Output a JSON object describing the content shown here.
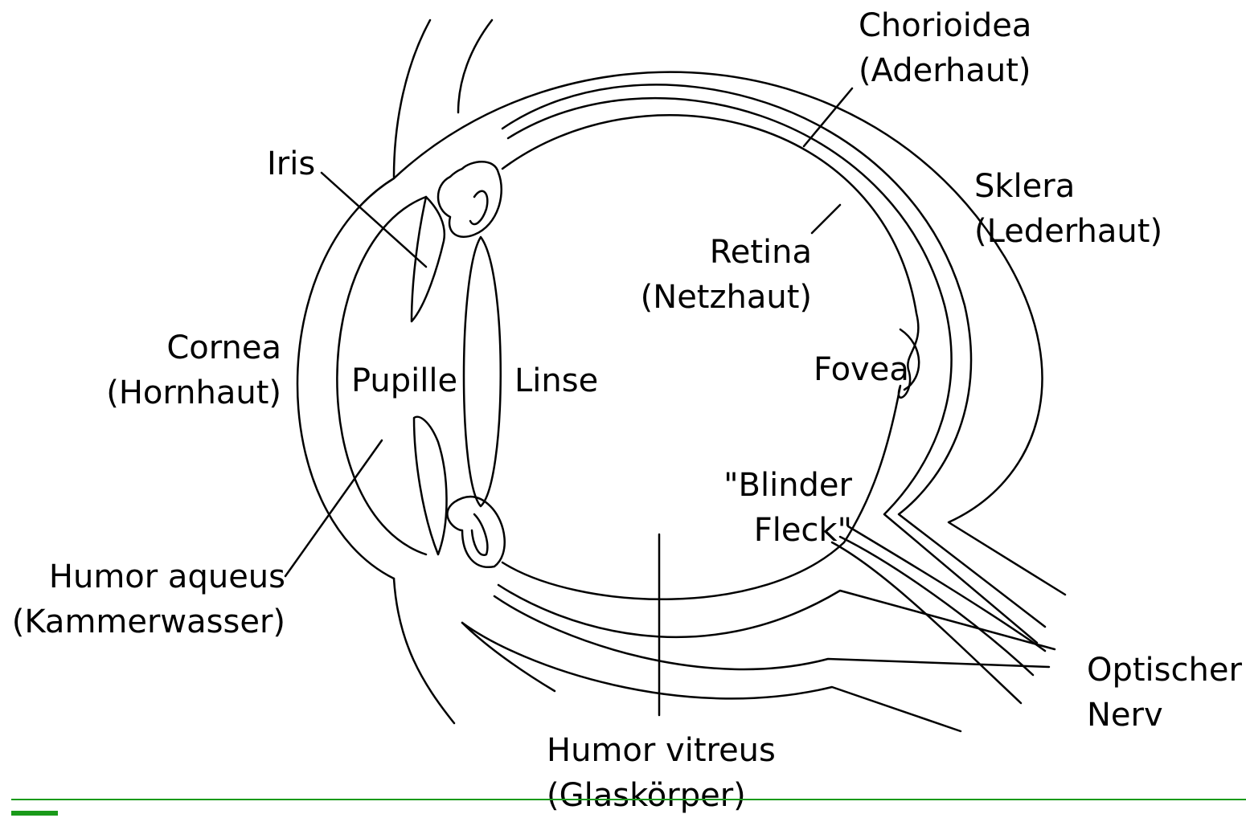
{
  "labels": {
    "chorioidea": [
      "Chorioidea",
      "(Aderhaut)"
    ],
    "iris": [
      "Iris"
    ],
    "sklera": [
      "Sklera",
      "(Lederhaut)"
    ],
    "retina": [
      "Retina",
      "(Netzhaut)"
    ],
    "cornea": [
      "Cornea",
      "(Hornhaut)"
    ],
    "pupille": [
      "Pupille"
    ],
    "linse": [
      "Linse"
    ],
    "fovea": [
      "Fovea"
    ],
    "blinder_fleck": [
      "\"Blinder",
      "Fleck\""
    ],
    "humor_aqueus": [
      "Humor aqueus",
      "(Kammerwasser)"
    ],
    "optischer_nerv": [
      "Optischer",
      "Nerv"
    ],
    "humor_vitreus": [
      "Humor vitreus",
      "(Glaskörper)"
    ]
  },
  "colors": {
    "line": "#000000",
    "accent": "#1a9a1a"
  }
}
